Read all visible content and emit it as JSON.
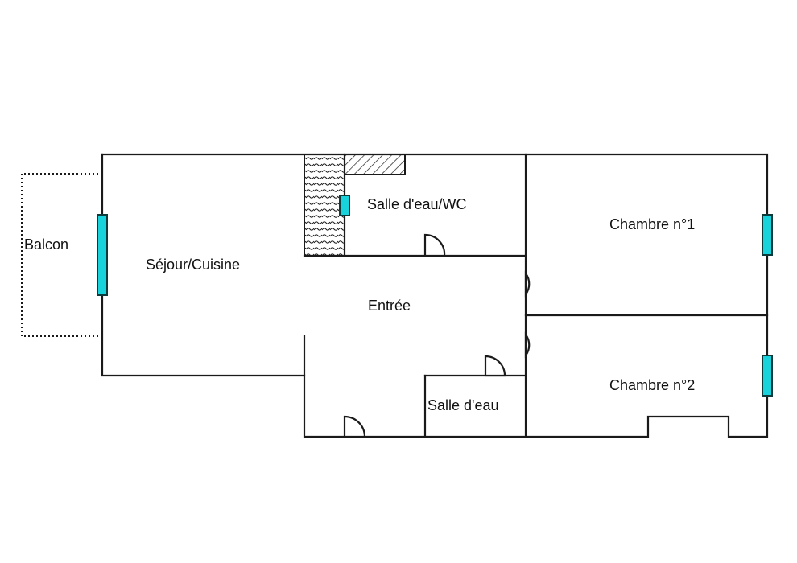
{
  "plan": {
    "rooms": {
      "balcon": "Balcon",
      "sejour": "Séjour/Cuisine",
      "salle_eau_wc": "Salle d'eau/WC",
      "chambre1": "Chambre n°1",
      "entree": "Entrée",
      "chambre2": "Chambre n°2",
      "salle_eau": "Salle d'eau"
    },
    "colors": {
      "walls": "#1a1a1a",
      "windows": "#19d3dc",
      "background": "#ffffff"
    }
  }
}
